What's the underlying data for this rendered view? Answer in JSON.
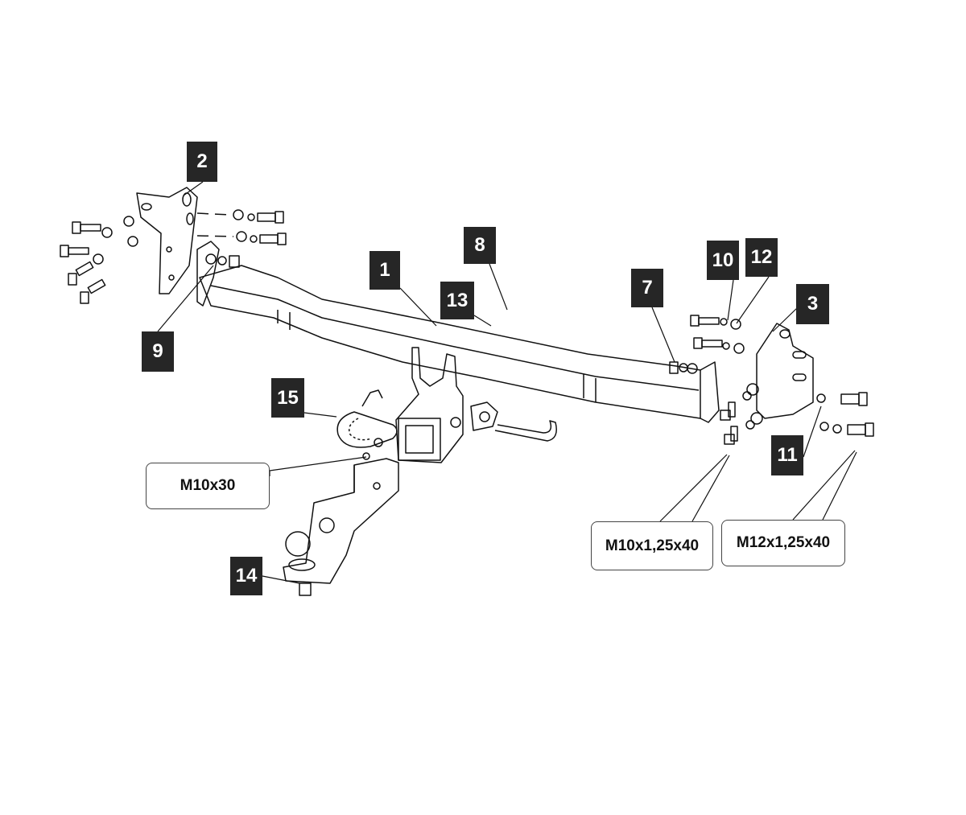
{
  "diagram": {
    "part_labels": {
      "p1": "1",
      "p2": "2",
      "p3": "3",
      "p7": "7",
      "p8": "8",
      "p9": "9",
      "p10": "10",
      "p11": "11",
      "p12": "12",
      "p13": "13",
      "p14": "14",
      "p15": "15"
    },
    "bolt_callouts": {
      "m10x30": "M10x30",
      "m10x125x40": "M10x1,25x40",
      "m12x125x40": "M12x1,25x40"
    },
    "colors": {
      "tag_background": "#262626",
      "tag_text": "#ffffff",
      "line": "#111111"
    }
  }
}
